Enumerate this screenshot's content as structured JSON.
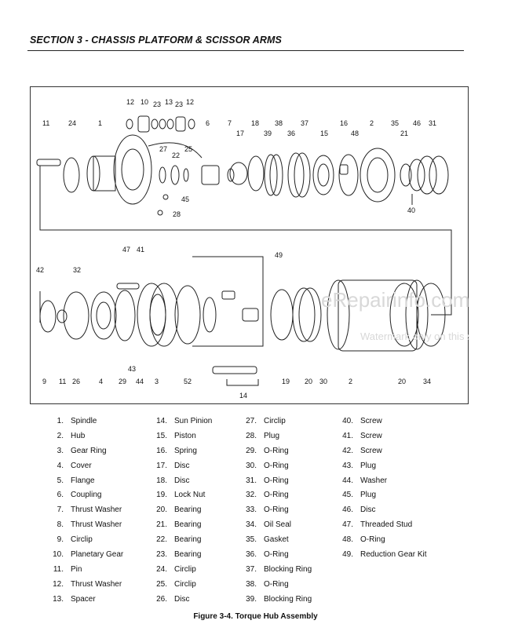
{
  "section_title": "SECTION 3 - CHASSIS PLATFORM & SCISSOR ARMS",
  "watermark": {
    "line1": "eRepairinfo.com",
    "line2": "Watermark only on this sample"
  },
  "callouts": {
    "top": [
      "12",
      "10",
      "23",
      "13",
      "23",
      "12",
      "11",
      "24",
      "1",
      "6",
      "7",
      "18",
      "38",
      "37",
      "16",
      "2",
      "35",
      "46",
      "31",
      "17",
      "39",
      "36",
      "15",
      "48",
      "21",
      "27",
      "22",
      "25",
      "45",
      "28",
      "40"
    ],
    "bottom": [
      "47",
      "41",
      "49",
      "42",
      "32",
      "43",
      "14",
      "9",
      "11",
      "26",
      "4",
      "29",
      "44",
      "3",
      "52",
      "19",
      "20",
      "30",
      "2",
      "20",
      "34"
    ]
  },
  "parts": [
    {
      "num": "1.",
      "name": "Spindle"
    },
    {
      "num": "2.",
      "name": "Hub"
    },
    {
      "num": "3.",
      "name": "Gear Ring"
    },
    {
      "num": "4.",
      "name": "Cover"
    },
    {
      "num": "5.",
      "name": "Flange"
    },
    {
      "num": "6.",
      "name": "Coupling"
    },
    {
      "num": "7.",
      "name": "Thrust Washer"
    },
    {
      "num": "8.",
      "name": "Thrust Washer"
    },
    {
      "num": "9.",
      "name": "Circlip"
    },
    {
      "num": "10.",
      "name": "Planetary Gear"
    },
    {
      "num": "11.",
      "name": "Pin"
    },
    {
      "num": "12.",
      "name": "Thrust Washer"
    },
    {
      "num": "13.",
      "name": "Spacer"
    },
    {
      "num": "14.",
      "name": "Sun Pinion"
    },
    {
      "num": "15.",
      "name": "Piston"
    },
    {
      "num": "16.",
      "name": "Spring"
    },
    {
      "num": "17.",
      "name": "Disc"
    },
    {
      "num": "18.",
      "name": "Disc"
    },
    {
      "num": "19.",
      "name": "Lock Nut"
    },
    {
      "num": "20.",
      "name": "Bearing"
    },
    {
      "num": "21.",
      "name": "Bearing"
    },
    {
      "num": "22.",
      "name": "Bearing"
    },
    {
      "num": "23.",
      "name": "Bearing"
    },
    {
      "num": "24.",
      "name": "Circlip"
    },
    {
      "num": "25.",
      "name": "Circlip"
    },
    {
      "num": "26.",
      "name": "Disc"
    },
    {
      "num": "27.",
      "name": "Circlip"
    },
    {
      "num": "28.",
      "name": "Plug"
    },
    {
      "num": "29.",
      "name": "O-Ring"
    },
    {
      "num": "30.",
      "name": "O-Ring"
    },
    {
      "num": "31.",
      "name": "O-Ring"
    },
    {
      "num": "32.",
      "name": "O-Ring"
    },
    {
      "num": "33.",
      "name": "O-Ring"
    },
    {
      "num": "34.",
      "name": "Oil Seal"
    },
    {
      "num": "35.",
      "name": "Gasket"
    },
    {
      "num": "36.",
      "name": "O-Ring"
    },
    {
      "num": "37.",
      "name": "Blocking Ring"
    },
    {
      "num": "38.",
      "name": "O-Ring"
    },
    {
      "num": "39.",
      "name": "Blocking Ring"
    },
    {
      "num": "40.",
      "name": "Screw"
    },
    {
      "num": "41.",
      "name": "Screw"
    },
    {
      "num": "42.",
      "name": "Screw"
    },
    {
      "num": "43.",
      "name": "Plug"
    },
    {
      "num": "44.",
      "name": "Washer"
    },
    {
      "num": "45.",
      "name": "Plug"
    },
    {
      "num": "46.",
      "name": "Disc"
    },
    {
      "num": "47.",
      "name": "Threaded Stud"
    },
    {
      "num": "48.",
      "name": "O-Ring"
    },
    {
      "num": "49.",
      "name": "Reduction Gear Kit"
    }
  ],
  "caption": "Figure 3-4.  Torque Hub Assembly"
}
